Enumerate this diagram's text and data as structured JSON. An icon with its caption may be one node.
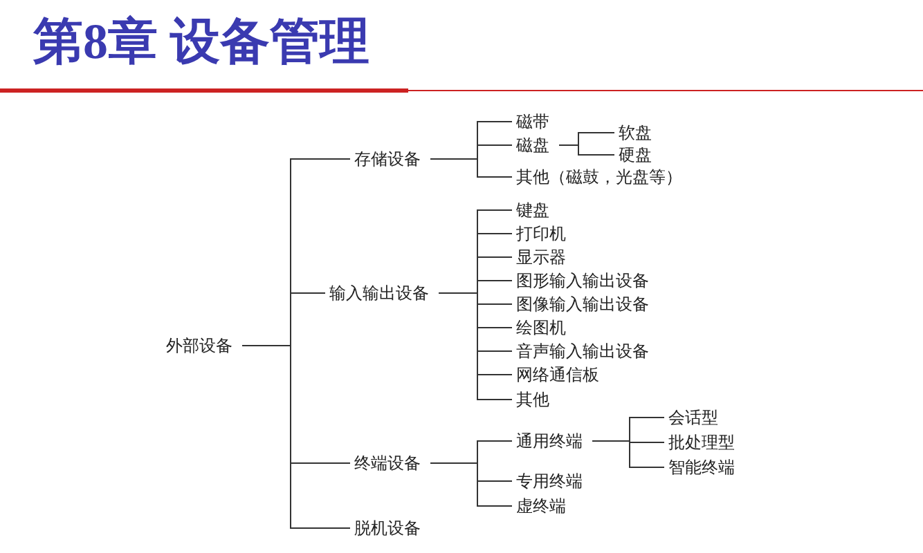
{
  "diagram": {
    "title": "第8章 设备管理",
    "nodes": [
      {
        "text": [
          "外部设备"
        ]
      },
      {
        "text": [
          "存储设备"
        ]
      },
      {
        "text": [
          "输入输出设备"
        ]
      },
      {
        "text": [
          "终端设备"
        ]
      },
      {
        "text": [
          "脱机设备"
        ]
      },
      {
        "text": [
          "磁带"
        ]
      },
      {
        "text": [
          "磁盘"
        ]
      },
      {
        "text": [
          "软盘"
        ]
      },
      {
        "text": [
          "硬盘"
        ]
      },
      {
        "text": [
          "其他（磁鼓，光盘等）"
        ]
      },
      {
        "text": [
          "键盘"
        ]
      },
      {
        "text": [
          "打印机"
        ]
      },
      {
        "text": [
          "显示器"
        ]
      },
      {
        "text": [
          "图形输入输出设备"
        ]
      },
      {
        "text": [
          "图像输入输出设备"
        ]
      },
      {
        "text": [
          "绘图机"
        ]
      },
      {
        "text": [
          "音声输入输出设备"
        ]
      },
      {
        "text": [
          "网络通信板"
        ]
      },
      {
        "text": [
          "其他"
        ]
      },
      {
        "text": [
          "通用终端"
        ]
      },
      {
        "text": [
          "会话型"
        ]
      },
      {
        "text": [
          "批处理型"
        ]
      },
      {
        "text": [
          "智能终端"
        ]
      },
      {
        "text": [
          "专用终端"
        ]
      },
      {
        "text": [
          "虚终端"
        ]
      }
    ],
    "edges": [
      {
        "from": 0,
        "to": 1,
        "arrow": "none"
      },
      {
        "from": 0,
        "to": 2,
        "arrow": "none"
      },
      {
        "from": 0,
        "to": 3,
        "arrow": "none"
      },
      {
        "from": 0,
        "to": 4,
        "arrow": "none"
      },
      {
        "from": 1,
        "to": 5,
        "arrow": "none"
      },
      {
        "from": 1,
        "to": 6,
        "arrow": "none"
      },
      {
        "from": 6,
        "to": 7,
        "arrow": "none"
      },
      {
        "from": 6,
        "to": 8,
        "arrow": "none"
      },
      {
        "from": 1,
        "to": 9,
        "arrow": "none"
      },
      {
        "from": 2,
        "to": 10,
        "arrow": "none"
      },
      {
        "from": 2,
        "to": 11,
        "arrow": "none"
      },
      {
        "from": 2,
        "to": 12,
        "arrow": "none"
      },
      {
        "from": 2,
        "to": 13,
        "arrow": "none"
      },
      {
        "from": 2,
        "to": 14,
        "arrow": "none"
      },
      {
        "from": 2,
        "to": 15,
        "arrow": "none"
      },
      {
        "from": 2,
        "to": 16,
        "arrow": "none"
      },
      {
        "from": 2,
        "to": 17,
        "arrow": "none"
      },
      {
        "from": 2,
        "to": 18,
        "arrow": "none"
      },
      {
        "from": 3,
        "to": 19,
        "arrow": "none"
      },
      {
        "from": 19,
        "to": 20,
        "arrow": "none"
      },
      {
        "from": 19,
        "to": 21,
        "arrow": "none"
      },
      {
        "from": 19,
        "to": 22,
        "arrow": "none"
      },
      {
        "from": 3,
        "to": 23,
        "arrow": "none"
      },
      {
        "from": 3,
        "to": 24,
        "arrow": "none"
      }
    ]
  }
}
